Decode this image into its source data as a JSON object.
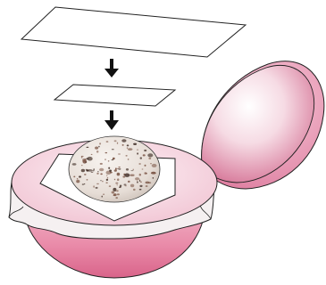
{
  "diagram": {
    "colors": {
      "background": "#ffffff",
      "outline": "#222222",
      "paper": "#ffffff",
      "shell_pink_light": "#f4d3dd",
      "shell_pink_mid": "#ec9fb6",
      "shell_pink_dark": "#d9648a",
      "shell_interior": "#fbe8ee",
      "membrane": "#f6f2f3",
      "egg_base": "#ece5e0",
      "egg_speckle": "#6e4a3a",
      "arrow": "#111111"
    },
    "icons": [
      "large-paper-sheet",
      "down-arrow-icon",
      "small-paper-sheet",
      "down-arrow-icon",
      "speckled-egg",
      "paper-square-under-egg",
      "cloth-membrane",
      "pink-lower-shell-half",
      "pink-upper-shell-half"
    ]
  }
}
